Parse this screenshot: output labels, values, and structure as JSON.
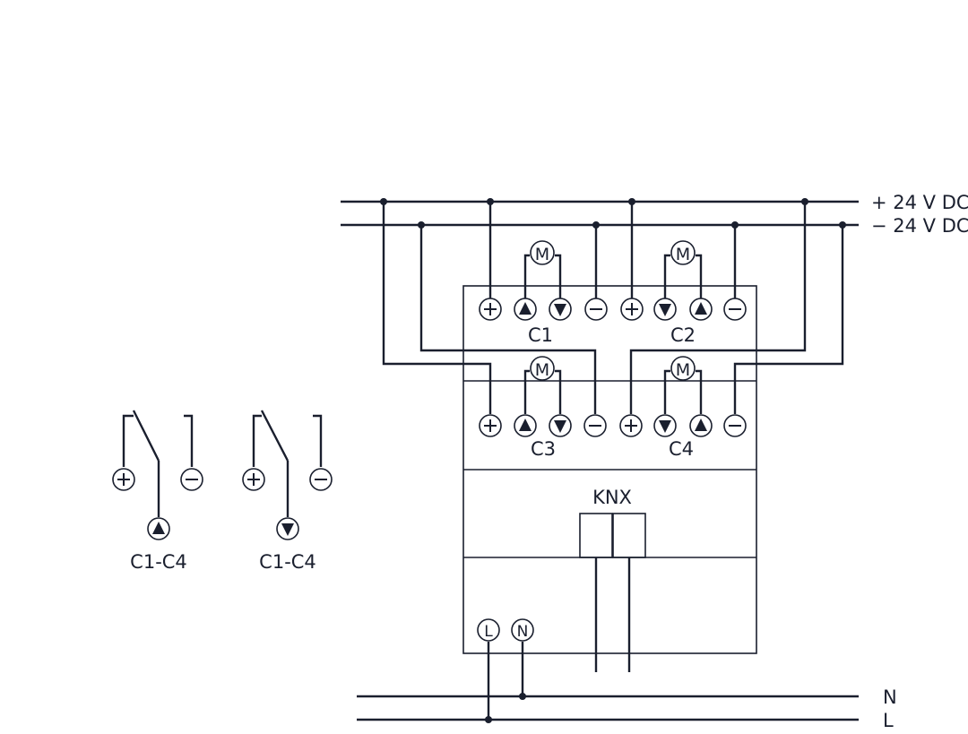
{
  "supply": {
    "plus_label": "+ 24 V DC",
    "minus_label": "− 24 V DC"
  },
  "channels": {
    "c1": "C1",
    "c2": "C2",
    "c3": "C3",
    "c4": "C4"
  },
  "motor_symbol": "M",
  "bus": {
    "label": "KNX"
  },
  "power_terminals": {
    "l": "L",
    "n": "N"
  },
  "mains": {
    "n_label": "N",
    "l_label": "L"
  },
  "switches": {
    "up_label": "C1-C4",
    "down_label": "C1-C4"
  },
  "colors": {
    "line": "#1a1f2e",
    "background": "#ffffff"
  }
}
